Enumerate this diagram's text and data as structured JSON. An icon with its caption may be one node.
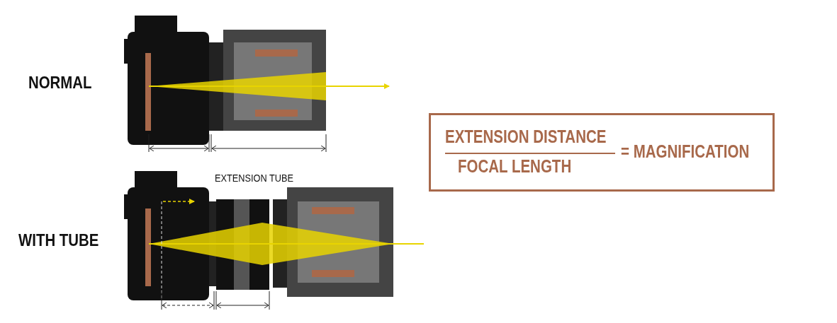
{
  "diagram": {
    "nodes": [
      {
        "text": [
          "EXTENSION DISTANCE",
          "FOCAL LENGTH",
          "= MAGNIFICATION"
        ]
      }
    ],
    "labels": [
      "NORMAL",
      "EXTENSION TUBE",
      "WITH TUBE"
    ]
  }
}
